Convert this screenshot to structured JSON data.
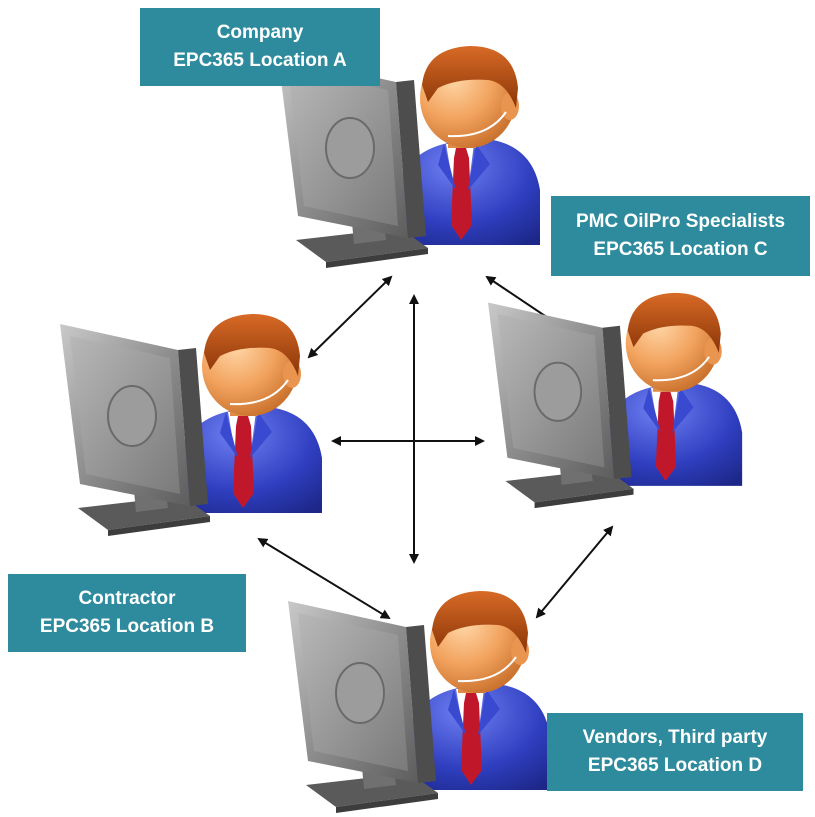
{
  "nodes": [
    {
      "id": "a",
      "role": "Company",
      "location": "EPC365 Location A"
    },
    {
      "id": "b",
      "role": "Contractor",
      "location": "EPC365 Location B"
    },
    {
      "id": "c",
      "role": "PMC OilPro Specialists",
      "location": "EPC365 Location C"
    },
    {
      "id": "d",
      "role": "Vendors, Third party",
      "location": "EPC365 Location D"
    }
  ],
  "connections": [
    {
      "from": "a",
      "to": "b",
      "arrows": "both"
    },
    {
      "from": "a",
      "to": "c",
      "arrows": "both"
    },
    {
      "from": "a",
      "to": "d",
      "arrows": "both"
    },
    {
      "from": "b",
      "to": "c",
      "arrows": "both"
    },
    {
      "from": "b",
      "to": "d",
      "arrows": "both"
    },
    {
      "from": "c",
      "to": "d",
      "arrows": "both"
    }
  ],
  "colors": {
    "label_background": "#2e8b9e",
    "label_text": "#ffffff",
    "suit": "#2f3fc0",
    "tie": "#c0182a",
    "skin": "#f2a35e",
    "hair": "#b24b12",
    "monitor": "#8a8a8a",
    "arrow": "#111111"
  }
}
